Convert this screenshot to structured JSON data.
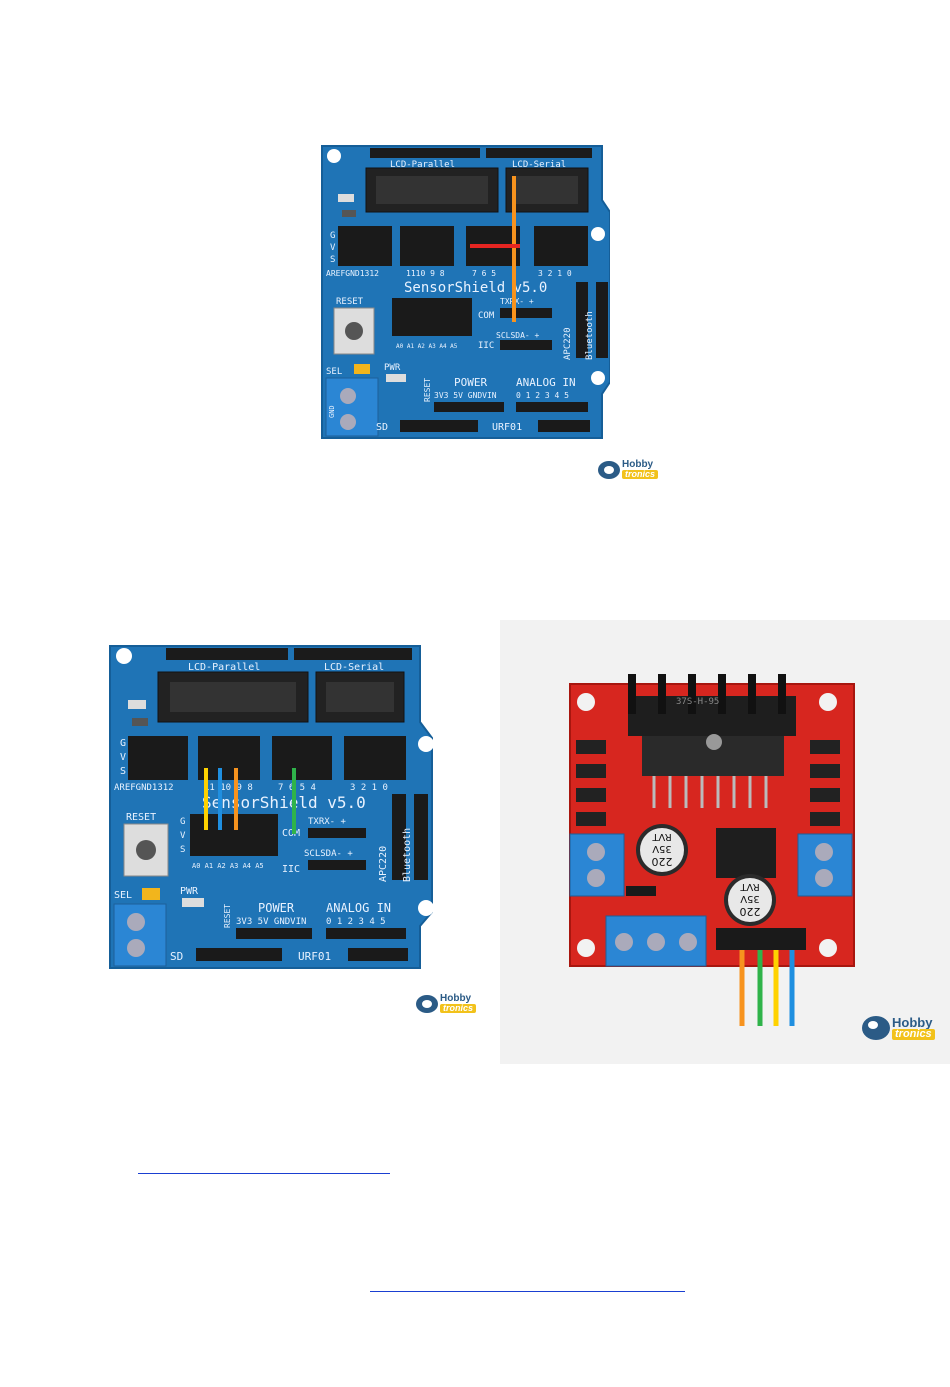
{
  "figure_top": {
    "labels": {
      "lcd_parallel": "LCD-Parallel",
      "lcd_serial": "LCD-Serial",
      "aref_row": "AREFGND1312",
      "digital_mid": "1110 9 8",
      "digital_right": "7 6 5",
      "digital_far": "3 2 1 0",
      "title": "SensorShield v5.0",
      "reset": "RESET",
      "txrx": "TXRX- +",
      "com": "COM",
      "sclsda": "SCLSDA- +",
      "iic": "IIC",
      "apc": "APC220",
      "bluetooth": "Bluetooth",
      "analog_pins": "A0 A1 A2 A3 A4 A5",
      "sel": "SEL",
      "pwr": "PWR",
      "power": "POWER",
      "power_pins": "3V3 5V GNDVIN",
      "reset_vert": "RESET",
      "analog_in": "ANALOG IN",
      "analog_nums": "0 1 2 3 4 5",
      "sd": "SD",
      "urf": "URF01",
      "g": "G",
      "v": "V",
      "s": "S",
      "gnd": "GND"
    },
    "wire_colors": {
      "red": "#e52521",
      "orange": "#f7931e"
    }
  },
  "figure_bottom_left": {
    "labels": {
      "lcd_parallel": "LCD-Parallel",
      "lcd_serial": "LCD-Serial",
      "aref_row": "AREFGND1312",
      "digital_mid": "11 10 9 8",
      "digital_right": "7 6 5 4",
      "digital_far": "3 2 1 0",
      "title": "SensorShield v5.0",
      "reset": "RESET",
      "txrx": "TXRX- +",
      "com": "COM",
      "sclsda": "SCLSDA- +",
      "iic": "IIC",
      "apc": "APC220",
      "bluetooth": "Bluetooth",
      "analog_pins": "A0 A1 A2 A3 A4 A5",
      "sel": "SEL",
      "pwr": "PWR",
      "power": "POWER",
      "power_pins": "3V3 5V GNDVIN",
      "reset_vert": "RESET",
      "analog_in": "ANALOG IN",
      "analog_nums": "0 1 2 3 4 5",
      "sd": "SD",
      "urf": "URF01",
      "g": "G",
      "v": "V",
      "s": "S"
    },
    "wire_colors": {
      "yellow": "#ffd200",
      "blue": "#1f8fe0",
      "orange": "#f7931e",
      "green": "#2fb34a"
    }
  },
  "figure_bottom_right": {
    "labels": {
      "heatsink_code": "37S-H-95",
      "cap1_val": "220",
      "cap1_volt": "35V",
      "cap1_brand": "RVT",
      "cap2_val": "220",
      "cap2_volt": "35V",
      "cap2_brand": "RVT"
    },
    "wire_colors": {
      "orange": "#f7931e",
      "green": "#2fb34a",
      "yellow": "#ffd200",
      "blue": "#1f8fe0"
    }
  },
  "logo": {
    "top": "Hobby",
    "bottom": "tronics"
  },
  "colors": {
    "board_blue": "#1f74b6",
    "board_red": "#d7261f",
    "link": "#1a3fd1",
    "terminal_blue": "#2b86d4"
  }
}
